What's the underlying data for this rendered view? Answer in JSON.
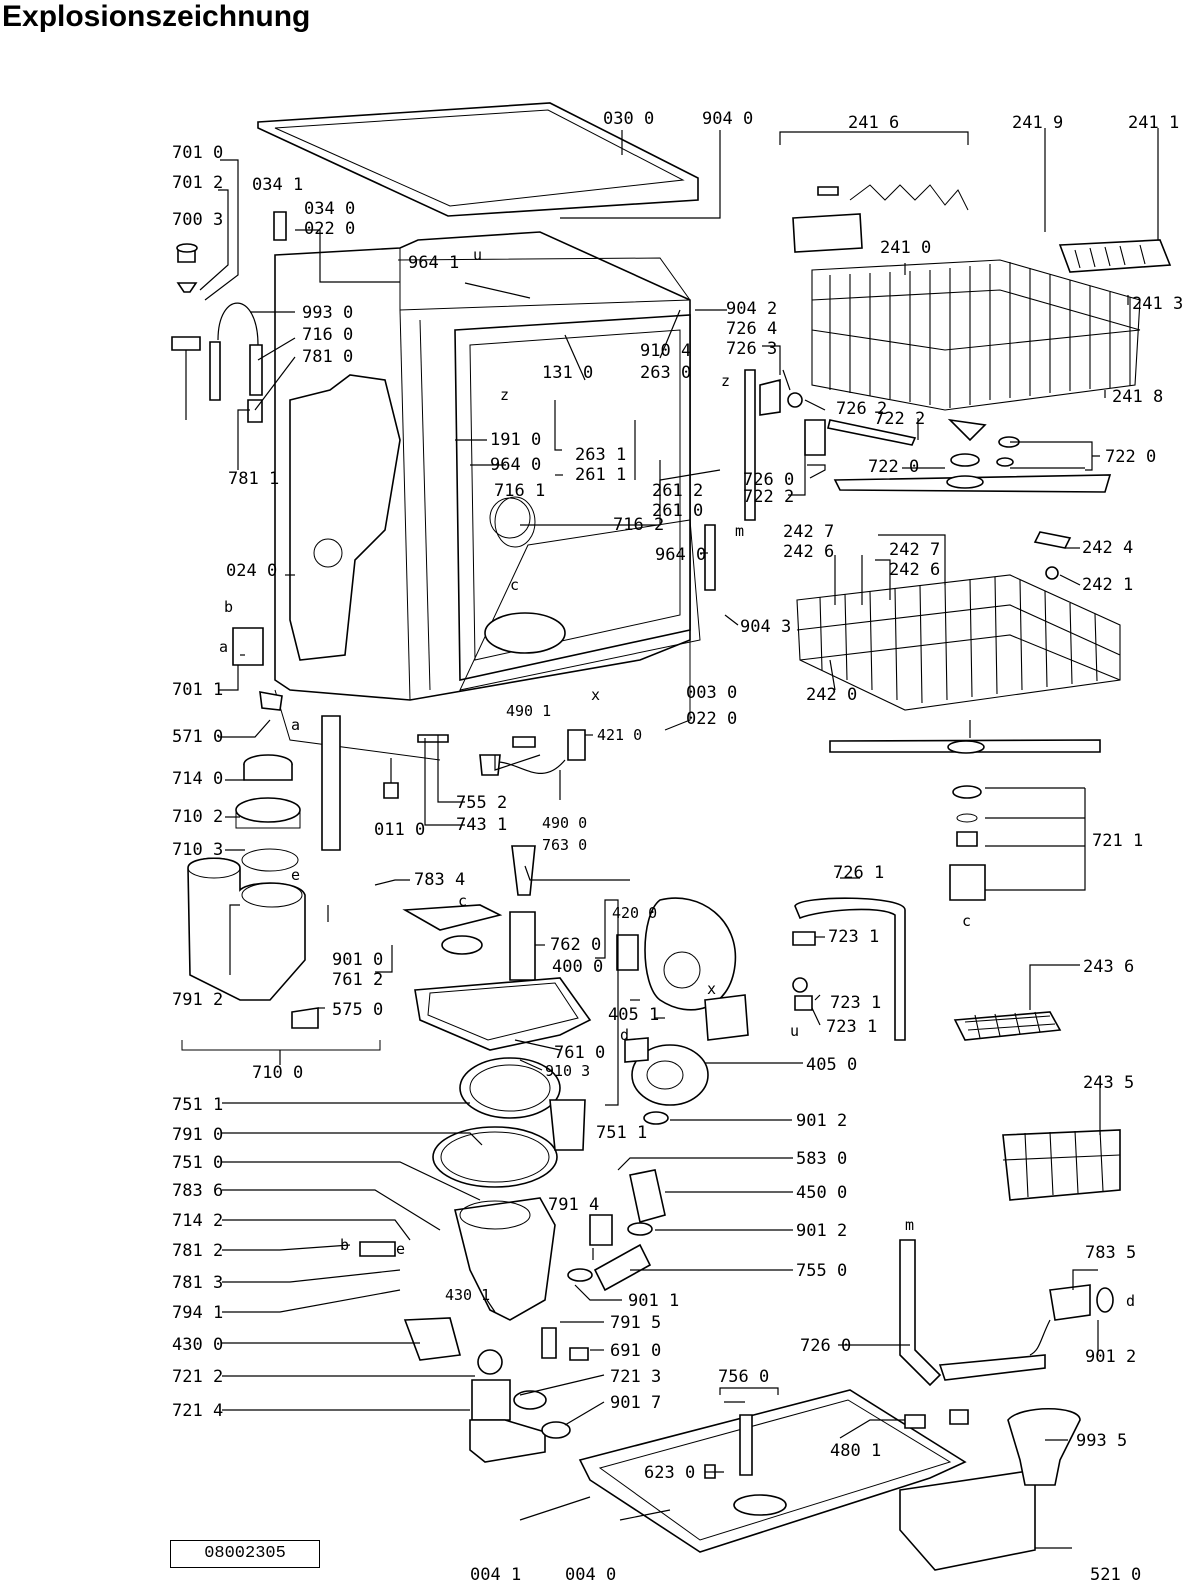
{
  "title": "Explosionszeichnung",
  "drawing_number": "08002305",
  "labels": [
    {
      "id": "030-0",
      "text": "030 0"
    },
    {
      "id": "904-0",
      "text": "904 0"
    },
    {
      "id": "241-6",
      "text": "241 6"
    },
    {
      "id": "241-9",
      "text": "241 9"
    },
    {
      "id": "241-1",
      "text": "241 1"
    },
    {
      "id": "701-0",
      "text": "701 0"
    },
    {
      "id": "701-2",
      "text": "701 2"
    },
    {
      "id": "034-1",
      "text": "034 1"
    },
    {
      "id": "034-0",
      "text": "034 0"
    },
    {
      "id": "022-0a",
      "text": "022 0"
    },
    {
      "id": "700-3",
      "text": "700 3"
    },
    {
      "id": "241-0",
      "text": "241 0"
    },
    {
      "id": "241-3",
      "text": "241 3"
    },
    {
      "id": "964-1",
      "text": "964 1"
    },
    {
      "id": "993-0",
      "text": "993 0"
    },
    {
      "id": "904-2",
      "text": "904 2"
    },
    {
      "id": "716-0",
      "text": "716 0"
    },
    {
      "id": "726-4",
      "text": "726 4"
    },
    {
      "id": "910-4",
      "text": "910 4"
    },
    {
      "id": "726-3",
      "text": "726 3"
    },
    {
      "id": "781-0",
      "text": "781 0"
    },
    {
      "id": "131-0",
      "text": "131 0"
    },
    {
      "id": "263-0",
      "text": "263 0"
    },
    {
      "id": "726-2",
      "text": "726 2"
    },
    {
      "id": "241-8",
      "text": "241 8"
    },
    {
      "id": "722-2a",
      "text": "722 2"
    },
    {
      "id": "722-0a",
      "text": "722 0"
    },
    {
      "id": "191-0",
      "text": "191 0"
    },
    {
      "id": "263-1",
      "text": "263 1"
    },
    {
      "id": "964-0a",
      "text": "964 0"
    },
    {
      "id": "261-1",
      "text": "261 1"
    },
    {
      "id": "781-1",
      "text": "781 1"
    },
    {
      "id": "722-0b",
      "text": "722 0"
    },
    {
      "id": "726-0a",
      "text": "726 0"
    },
    {
      "id": "722-2b",
      "text": "722 2"
    },
    {
      "id": "261-2",
      "text": "261 2"
    },
    {
      "id": "261-0",
      "text": "261 0"
    },
    {
      "id": "716-1",
      "text": "716 1"
    },
    {
      "id": "716-2",
      "text": "716 2"
    },
    {
      "id": "242-7a",
      "text": "242 7"
    },
    {
      "id": "242-6a",
      "text": "242 6"
    },
    {
      "id": "242-7b",
      "text": "242 7"
    },
    {
      "id": "242-6b",
      "text": "242 6"
    },
    {
      "id": "242-4",
      "text": "242 4"
    },
    {
      "id": "964-0b",
      "text": "964 0"
    },
    {
      "id": "024-0",
      "text": "024 0"
    },
    {
      "id": "242-1",
      "text": "242 1"
    },
    {
      "id": "904-3",
      "text": "904 3"
    },
    {
      "id": "701-1",
      "text": "701 1"
    },
    {
      "id": "003-0",
      "text": "003 0"
    },
    {
      "id": "242-0",
      "text": "242 0"
    },
    {
      "id": "022-0b",
      "text": "022 0"
    },
    {
      "id": "571-0",
      "text": "571 0"
    },
    {
      "id": "490-1",
      "text": "490 1"
    },
    {
      "id": "421-0",
      "text": "421 0"
    },
    {
      "id": "714-0",
      "text": "714 0"
    },
    {
      "id": "755-2",
      "text": "755 2"
    },
    {
      "id": "710-2",
      "text": "710 2"
    },
    {
      "id": "011-0",
      "text": "011 0"
    },
    {
      "id": "743-1",
      "text": "743 1"
    },
    {
      "id": "490-0",
      "text": "490 0"
    },
    {
      "id": "763-0",
      "text": "763 0"
    },
    {
      "id": "721-1",
      "text": "721 1"
    },
    {
      "id": "710-3",
      "text": "710 3"
    },
    {
      "id": "783-4",
      "text": "783 4"
    },
    {
      "id": "726-1",
      "text": "726 1"
    },
    {
      "id": "420-0",
      "text": "420 0"
    },
    {
      "id": "762-0",
      "text": "762 0"
    },
    {
      "id": "723-1a",
      "text": "723 1"
    },
    {
      "id": "901-0",
      "text": "901 0"
    },
    {
      "id": "400-0",
      "text": "400 0"
    },
    {
      "id": "761-2",
      "text": "761 2"
    },
    {
      "id": "243-6",
      "text": "243 6"
    },
    {
      "id": "791-2",
      "text": "791 2"
    },
    {
      "id": "575-0",
      "text": "575 0"
    },
    {
      "id": "723-1b",
      "text": "723 1"
    },
    {
      "id": "405-1",
      "text": "405 1"
    },
    {
      "id": "723-1c",
      "text": "723 1"
    },
    {
      "id": "761-0",
      "text": "761 0"
    },
    {
      "id": "710-0",
      "text": "710 0"
    },
    {
      "id": "405-0",
      "text": "405 0"
    },
    {
      "id": "910-3",
      "text": "910 3"
    },
    {
      "id": "243-5",
      "text": "243 5"
    },
    {
      "id": "751-1a",
      "text": "751 1"
    },
    {
      "id": "791-0",
      "text": "791 0"
    },
    {
      "id": "751-1b",
      "text": "751 1"
    },
    {
      "id": "901-2a",
      "text": "901 2"
    },
    {
      "id": "751-0",
      "text": "751 0"
    },
    {
      "id": "583-0",
      "text": "583 0"
    },
    {
      "id": "783-6",
      "text": "783 6"
    },
    {
      "id": "450-0",
      "text": "450 0"
    },
    {
      "id": "714-2",
      "text": "714 2"
    },
    {
      "id": "791-4",
      "text": "791 4"
    },
    {
      "id": "901-2b",
      "text": "901 2"
    },
    {
      "id": "781-2",
      "text": "781 2"
    },
    {
      "id": "783-5",
      "text": "783 5"
    },
    {
      "id": "755-0",
      "text": "755 0"
    },
    {
      "id": "781-3",
      "text": "781 3"
    },
    {
      "id": "430-1",
      "text": "430 1"
    },
    {
      "id": "901-1",
      "text": "901 1"
    },
    {
      "id": "794-1",
      "text": "794 1"
    },
    {
      "id": "791-5",
      "text": "791 5"
    },
    {
      "id": "430-0",
      "text": "430 0"
    },
    {
      "id": "691-0",
      "text": "691 0"
    },
    {
      "id": "726-0b",
      "text": "726 0"
    },
    {
      "id": "901-2c",
      "text": "901 2"
    },
    {
      "id": "721-2",
      "text": "721 2"
    },
    {
      "id": "721-3",
      "text": "721 3"
    },
    {
      "id": "756-0",
      "text": "756 0"
    },
    {
      "id": "721-4",
      "text": "721 4"
    },
    {
      "id": "901-7",
      "text": "901 7"
    },
    {
      "id": "993-5",
      "text": "993 5"
    },
    {
      "id": "480-1",
      "text": "480 1"
    },
    {
      "id": "623-0",
      "text": "623 0"
    },
    {
      "id": "004-1",
      "text": "004 1"
    },
    {
      "id": "004-0",
      "text": "004 0"
    },
    {
      "id": "521-0",
      "text": "521 0"
    }
  ],
  "letters": [
    {
      "id": "u1",
      "text": "u"
    },
    {
      "id": "z1",
      "text": "z"
    },
    {
      "id": "z2",
      "text": "z"
    },
    {
      "id": "m1",
      "text": "m"
    },
    {
      "id": "b1",
      "text": "b"
    },
    {
      "id": "a1",
      "text": "a"
    },
    {
      "id": "a2",
      "text": "a"
    },
    {
      "id": "c1",
      "text": "c"
    },
    {
      "id": "x1",
      "text": "x"
    },
    {
      "id": "e1",
      "text": "e"
    },
    {
      "id": "c2",
      "text": "c"
    },
    {
      "id": "x2",
      "text": "x"
    },
    {
      "id": "d1",
      "text": "d"
    },
    {
      "id": "u2",
      "text": "u"
    },
    {
      "id": "c3",
      "text": "c"
    },
    {
      "id": "b2",
      "text": "b"
    },
    {
      "id": "e2",
      "text": "e"
    },
    {
      "id": "m2",
      "text": "m"
    },
    {
      "id": "d2",
      "text": "d"
    }
  ]
}
